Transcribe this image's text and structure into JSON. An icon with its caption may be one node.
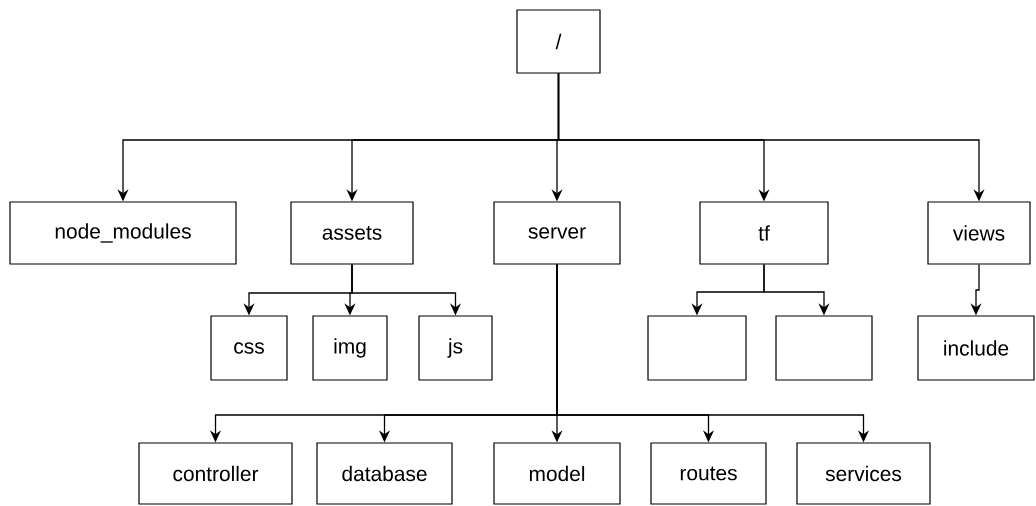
{
  "diagram": {
    "nodes": [
      {
        "text": [
          "/"
        ]
      },
      {
        "text": [
          "node_modules"
        ]
      },
      {
        "text": [
          "assets"
        ]
      },
      {
        "text": [
          "server"
        ]
      },
      {
        "text": [
          "tf"
        ]
      },
      {
        "text": [
          "views"
        ]
      },
      {
        "text": [
          "css"
        ]
      },
      {
        "text": [
          "img"
        ]
      },
      {
        "text": [
          "js"
        ]
      },
      {
        "text": [],
        "shape": "box"
      },
      {
        "text": [],
        "shape": "box"
      },
      {
        "text": [
          "include"
        ]
      },
      {
        "text": [
          "controller"
        ]
      },
      {
        "text": [
          "database"
        ]
      },
      {
        "text": [
          "model"
        ]
      },
      {
        "text": [
          "routes"
        ]
      },
      {
        "text": [
          "services"
        ]
      }
    ],
    "edges": [
      {
        "from": 0,
        "to": 1,
        "arrow": "to"
      },
      {
        "from": 0,
        "to": 2,
        "arrow": "to"
      },
      {
        "from": 0,
        "to": 3,
        "arrow": "to"
      },
      {
        "from": 0,
        "to": 4,
        "arrow": "to"
      },
      {
        "from": 0,
        "to": 5,
        "arrow": "to"
      },
      {
        "from": 2,
        "to": 6,
        "arrow": "to"
      },
      {
        "from": 2,
        "to": 7,
        "arrow": "to"
      },
      {
        "from": 2,
        "to": 8,
        "arrow": "to"
      },
      {
        "from": 4,
        "to": 9,
        "arrow": "to"
      },
      {
        "from": 4,
        "to": 10,
        "arrow": "to"
      },
      {
        "from": 5,
        "to": 11,
        "arrow": "to"
      },
      {
        "from": 3,
        "to": 12,
        "arrow": "to"
      },
      {
        "from": 3,
        "to": 13,
        "arrow": "to"
      },
      {
        "from": 3,
        "to": 14,
        "arrow": "to"
      },
      {
        "from": 3,
        "to": 15,
        "arrow": "to"
      },
      {
        "from": 3,
        "to": 16,
        "arrow": "to"
      }
    ]
  }
}
